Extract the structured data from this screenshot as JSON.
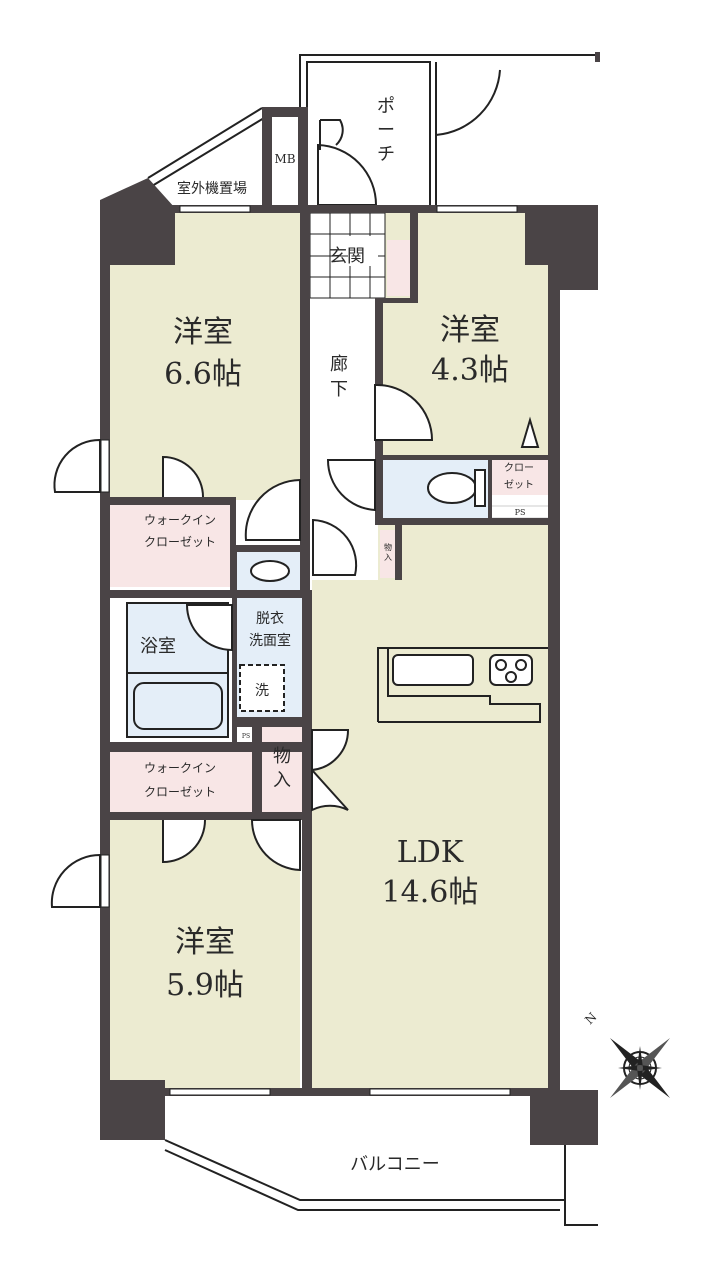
{
  "rooms": {
    "western_1": {
      "name": "洋室",
      "size": "6.6帖"
    },
    "western_2": {
      "name": "洋室",
      "size": "4.3帖"
    },
    "western_3": {
      "name": "洋室",
      "size": "5.9帖"
    },
    "ldk": {
      "name": "LDK",
      "size": "14.6帖"
    },
    "corridor": [
      "廊",
      "下"
    ],
    "entrance": "玄関",
    "porch": [
      "ポ",
      "ー",
      "チ"
    ],
    "mb": "MB",
    "outdoor_unit": "室外機置場",
    "bath": "浴室",
    "washroom": [
      "脱衣",
      "洗面室"
    ],
    "washer": "洗",
    "wic_1": [
      "ウォークイン",
      "クローゼット"
    ],
    "wic_2": [
      "ウォークイン",
      "クローゼット"
    ],
    "storage_small": [
      "物",
      "入"
    ],
    "storage_large": [
      "物",
      "入"
    ],
    "closet": [
      "クロー",
      "ゼット"
    ],
    "ps_1": "PS",
    "ps_2": "PS",
    "balcony": "バルコニー"
  },
  "compass": {
    "label": "N"
  },
  "colors": {
    "wall": "#4a4446",
    "room": "#ecebd1",
    "storage": "#f8e6e6",
    "wet": "#e4eef8"
  }
}
